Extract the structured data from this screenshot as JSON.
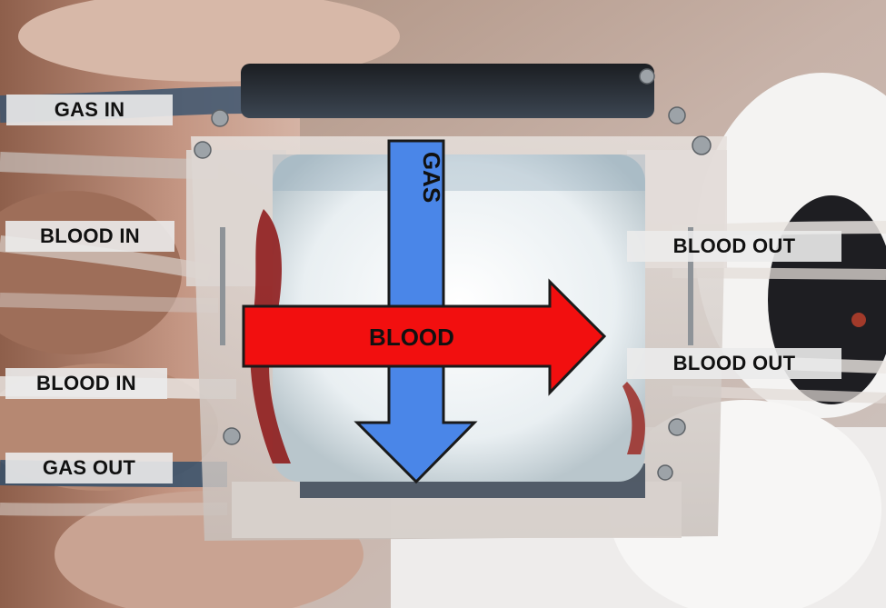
{
  "labels": {
    "gas_in": "GAS IN",
    "blood_in_top": "BLOOD IN",
    "blood_in_bottom": "BLOOD IN",
    "gas_out": "GAS OUT",
    "blood_out_top": "BLOOD OUT",
    "blood_out_bottom": "BLOOD OUT"
  },
  "arrows": {
    "gas": "GAS",
    "blood": "BLOOD"
  },
  "colors": {
    "gas_arrow": "#4a86e8",
    "blood_arrow": "#f20f0f",
    "label_background": "#ebebeb"
  }
}
